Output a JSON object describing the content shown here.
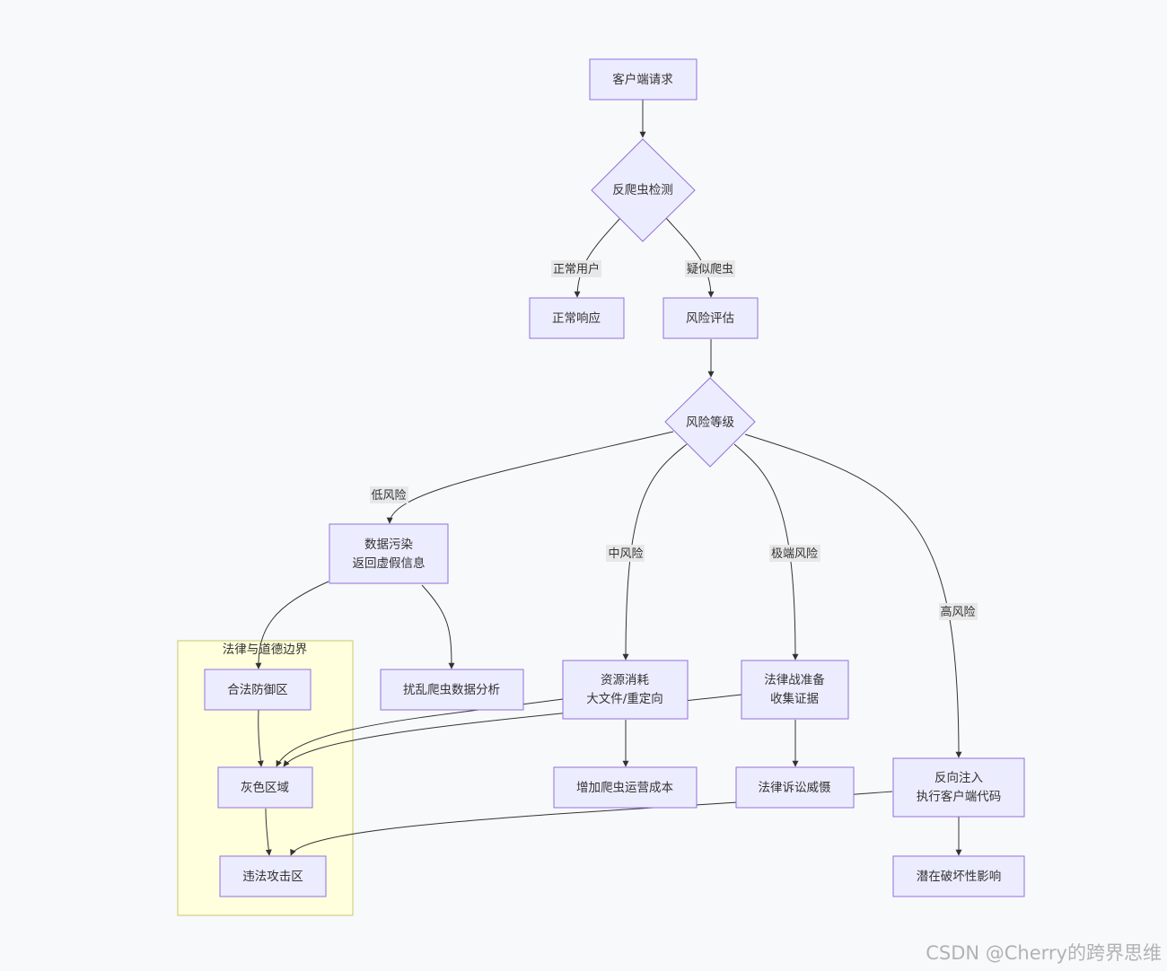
{
  "cluster": {
    "label": "法律与道德边界"
  },
  "nodes": {
    "client_request": "客户端请求",
    "anti_crawler": "反爬虫检测",
    "normal_response": "正常响应",
    "risk_assess": "风险评估",
    "risk_level": "风险等级",
    "data_pollution": [
      "数据污染",
      "返回虚假信息"
    ],
    "legal_defense": "合法防御区",
    "disrupt_analysis": "扰乱爬虫数据分析",
    "resource_consume": [
      "资源消耗",
      "大文件/重定向"
    ],
    "legal_prep": [
      "法律战准备",
      "收集证据"
    ],
    "gray_zone": "灰色区域",
    "increase_cost": "增加爬虫运营成本",
    "litigation": "法律诉讼威慑",
    "reverse_inject": [
      "反向注入",
      "执行客户端代码"
    ],
    "illegal_attack": "违法攻击区",
    "potential_damage": "潜在破坏性影响"
  },
  "edge_labels": {
    "normal_user": "正常用户",
    "suspected_crawler": "疑似爬虫",
    "low_risk": "低风险",
    "mid_risk": "中风险",
    "extreme_risk": "极端风险",
    "high_risk": "高风险"
  },
  "watermark": "CSDN @Cherry的跨界思维",
  "colors": {
    "node_fill": "#ececff",
    "node_stroke": "#9370db",
    "cluster_fill": "#ffffde",
    "edge": "#333333"
  }
}
